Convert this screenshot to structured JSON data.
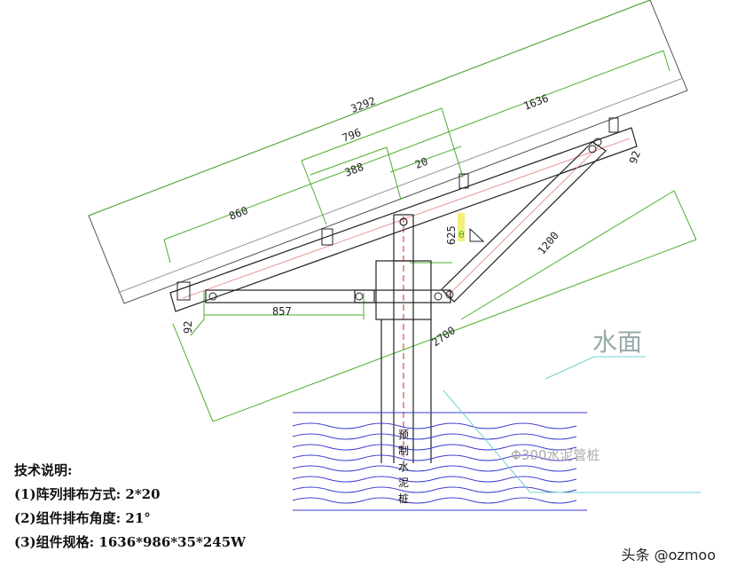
{
  "dimensions": {
    "total_width": "3292",
    "panel_width": "1636",
    "rail_span": "796",
    "beam_span": "388",
    "gap": "20",
    "left_offset": "860",
    "strut_length": "1200",
    "post_height": "625",
    "bottom_span": "2700",
    "brace_length": "857",
    "end_offset_left": "92",
    "end_offset_right": "92"
  },
  "labels": {
    "water_surface": "水面",
    "pipe_pile": "Φ300水泥管桩",
    "pile_vertical": [
      "预",
      "制",
      "水",
      "泥",
      "桩"
    ],
    "angle_symbol": "θ"
  },
  "notes": {
    "title": "技术说明:",
    "item1": "(1)阵列排布方式: 2*20",
    "item2": "(2)组件排布角度: 21°",
    "item3": "(3)组件规格: 1636*986*35*245W"
  },
  "watermark": "头条 @ozmoo",
  "colors": {
    "line": "#222222",
    "dimension": "#4caf2a",
    "water": "#3b3bd0",
    "centerline": "#e02020",
    "leader": "#6fd0d0",
    "angle_fill": "#f2ef7a"
  }
}
